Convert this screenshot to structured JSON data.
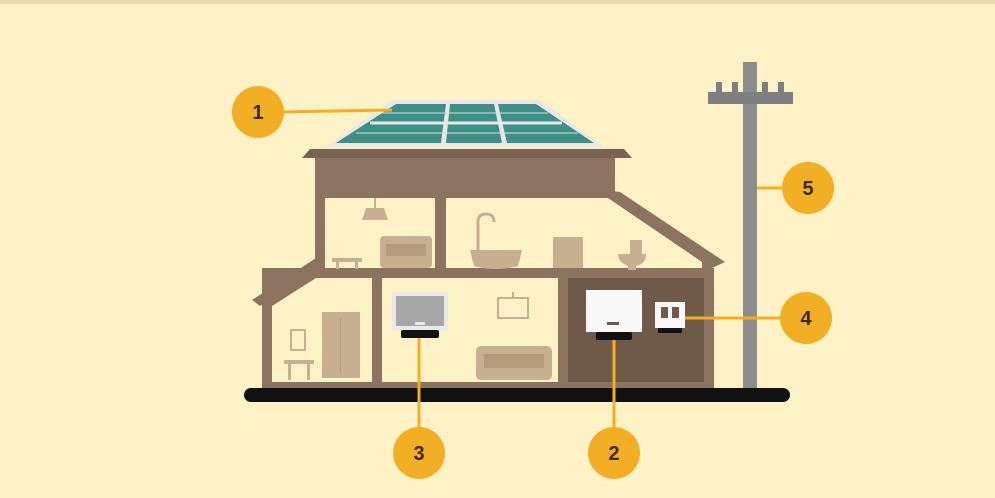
{
  "colors": {
    "background": "#fdf1c6",
    "wall": "#8b7360",
    "interior": "#fdf1c6",
    "furniture": "#c7b08f",
    "dark_room": "#6f5a49",
    "solar_panel": "#3f8f86",
    "pole": "#8d8d8d",
    "ground": "#111111",
    "badge": "#f2ae25",
    "leader_line": "#f2ae25"
  },
  "callouts": [
    {
      "number": "1",
      "target": "solar-panels"
    },
    {
      "number": "2",
      "target": "inverter"
    },
    {
      "number": "3",
      "target": "battery-unit"
    },
    {
      "number": "4",
      "target": "electric-meter"
    },
    {
      "number": "5",
      "target": "utility-pole"
    }
  ]
}
